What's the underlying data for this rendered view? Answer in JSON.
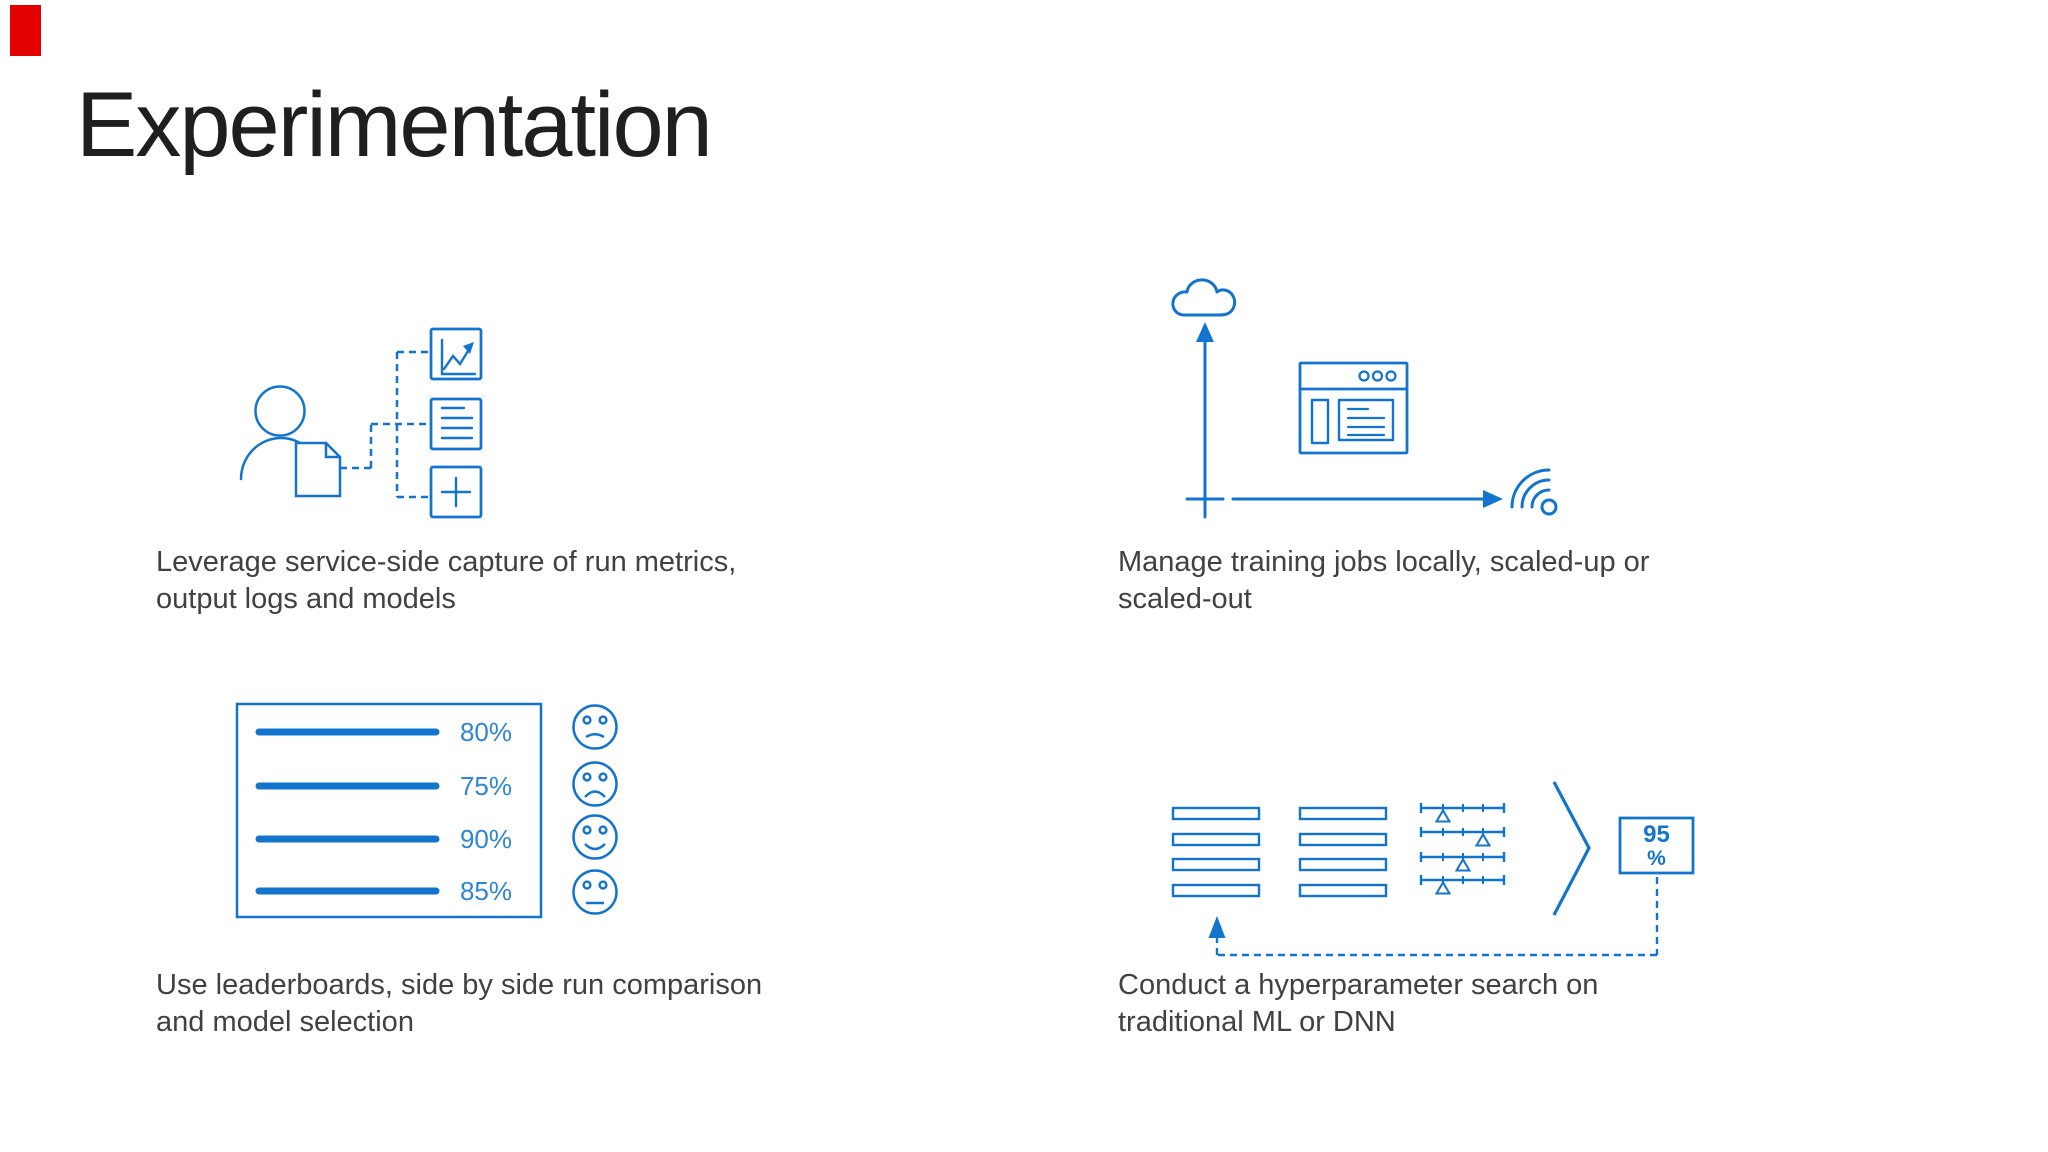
{
  "title": "Experimentation",
  "colors": {
    "accent_blue": "#1274cc",
    "percent_label_blue": "#2e86d4",
    "title_color": "#1f1f1f",
    "caption_color": "#414141",
    "annotation_red": "#e30000",
    "background": "#ffffff"
  },
  "icons": {
    "q1": "person-document-outputs-icon",
    "q2": "cloud-local-scale-icon",
    "q3": "leaderboard-smileys-icon",
    "q4": "hyperparameter-search-icon"
  },
  "quadrants": {
    "capture": {
      "line1": "Leverage service-side capture of run metrics,",
      "line2": "output logs and models"
    },
    "training": {
      "line1": "Manage training jobs locally, scaled-up or",
      "line2": "scaled-out"
    },
    "leaderboard": {
      "line1": "Use leaderboards, side by side run comparison",
      "line2": "and model selection",
      "rows": [
        {
          "percent": "80%",
          "mood": "meh"
        },
        {
          "percent": "75%",
          "mood": "sad"
        },
        {
          "percent": "90%",
          "mood": "happy"
        },
        {
          "percent": "85%",
          "mood": "neutral"
        }
      ]
    },
    "hyperparameter": {
      "line1": "Conduct a hyperparameter search on",
      "line2": "traditional ML or DNN",
      "result_value": "95",
      "result_unit": "%"
    }
  }
}
